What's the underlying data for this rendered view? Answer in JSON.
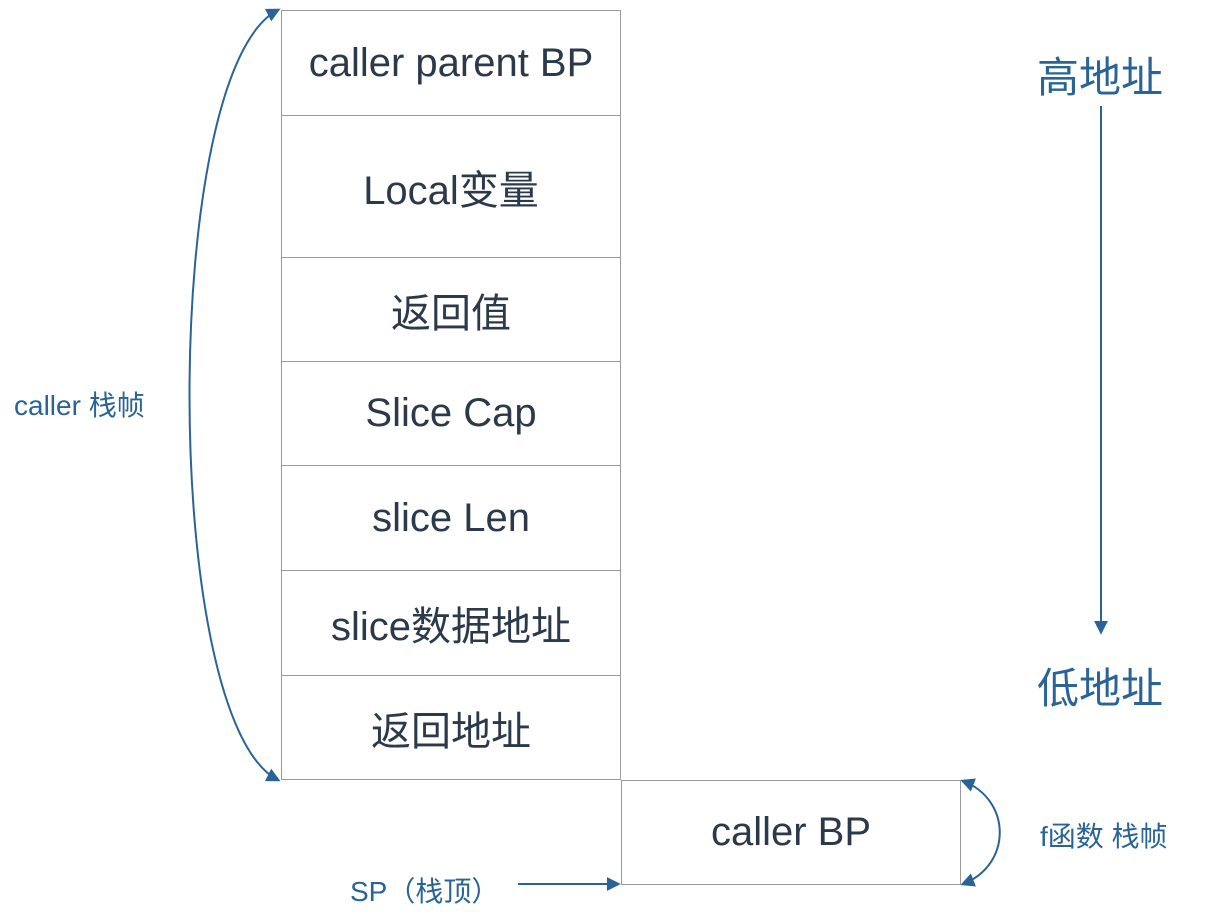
{
  "stack_frame": {
    "cells": [
      {
        "label": "caller parent BP"
      },
      {
        "label": "Local变量"
      },
      {
        "label": "返回值"
      },
      {
        "label": "Slice Cap"
      },
      {
        "label": "slice Len"
      },
      {
        "label": "slice数据地址"
      },
      {
        "label": "返回地址"
      }
    ],
    "callee_cell": "caller BP"
  },
  "labels": {
    "caller_frame": "caller 栈帧",
    "f_frame": "f函数 栈帧",
    "sp": "SP（栈顶）",
    "high_address": "高地址",
    "low_address": "低地址"
  },
  "colors": {
    "annotation": "#2a6496",
    "cell_text": "#2b3a4a",
    "cell_border": "#9a9a9a"
  }
}
